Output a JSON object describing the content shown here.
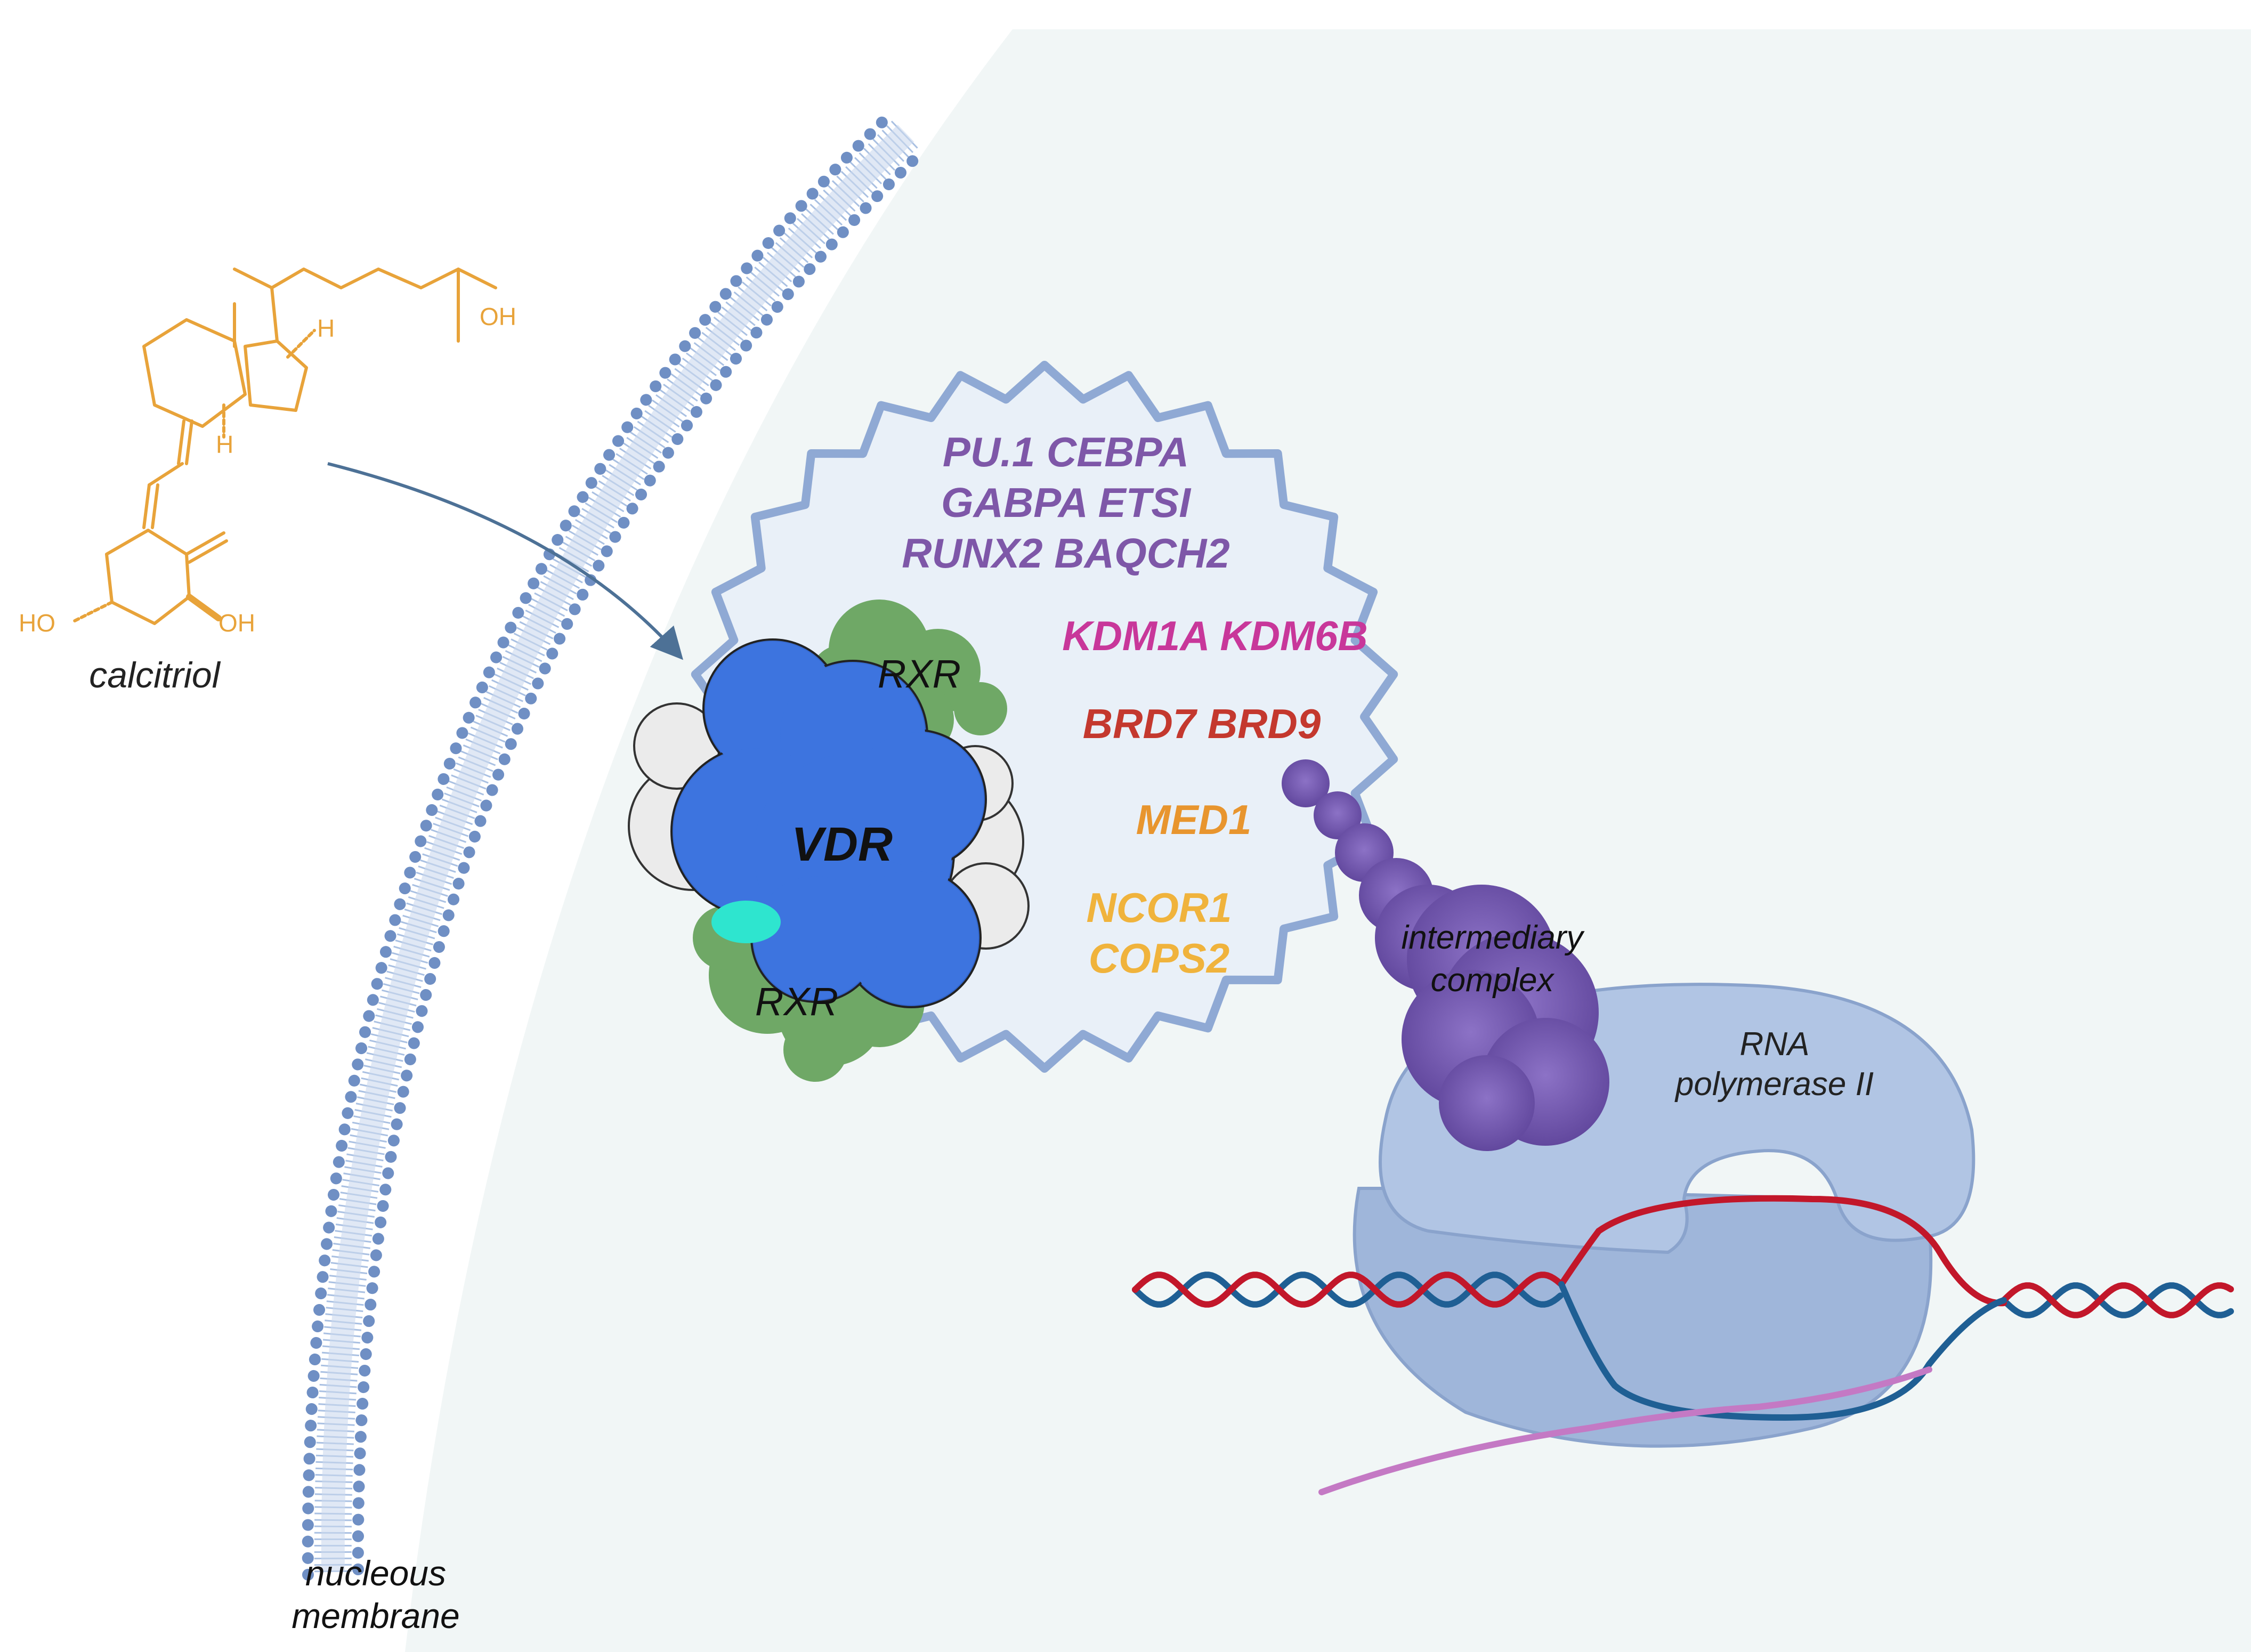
{
  "labels": {
    "calcitriol": "calcitriol",
    "membrane_line1": "nucleous",
    "membrane_line2": "membrane",
    "vdr": "VDR",
    "rxr_top": "RXR",
    "rxr_bottom": "RXR",
    "intermediary_line1": "intermediary",
    "intermediary_line2": "complex",
    "rnapol_line1": "RNA",
    "rnapol_line2": "polymerase II"
  },
  "molecule": {
    "oh_side_chain": "OH",
    "oh_left": "HO",
    "oh_right": "OH",
    "h_top": "H",
    "h_bottom": "H"
  },
  "factor_groups": [
    {
      "color": "#7e57a8",
      "lines": [
        "PU.1  CEBPA",
        "GABPA  ETSI",
        "RUNX2  BAQCH2"
      ]
    },
    {
      "color": "#c8379a",
      "lines": [
        "KDM1A KDM6B"
      ]
    },
    {
      "color": "#c4382e",
      "lines": [
        "BRD7 BRD9"
      ]
    },
    {
      "color": "#e8952e",
      "lines": [
        "MED1"
      ]
    },
    {
      "color": "#f0b33c",
      "lines": [
        "NCOR1",
        "COPS2"
      ]
    }
  ],
  "colors": {
    "nucleus_bg": "#f1f6f6",
    "membrane_dot": "#6f8fc4",
    "membrane_line": "#a9c0e2",
    "molecule": "#e8a33a",
    "arrow": "#4d7196",
    "burst_fill": "#e9f0f8",
    "burst_stroke": "#8fa9d4",
    "vdr_blue": "#3d74df",
    "vdr_white": "#ebebeb",
    "rxr_green": "#6fa866",
    "teal": "#2ee5cf",
    "intermediary": "#7a5fb0",
    "polymerase": "#a8bedf",
    "dna_red": "#c2172a",
    "dna_blue": "#1f5f94",
    "rna": "#c479c4"
  }
}
